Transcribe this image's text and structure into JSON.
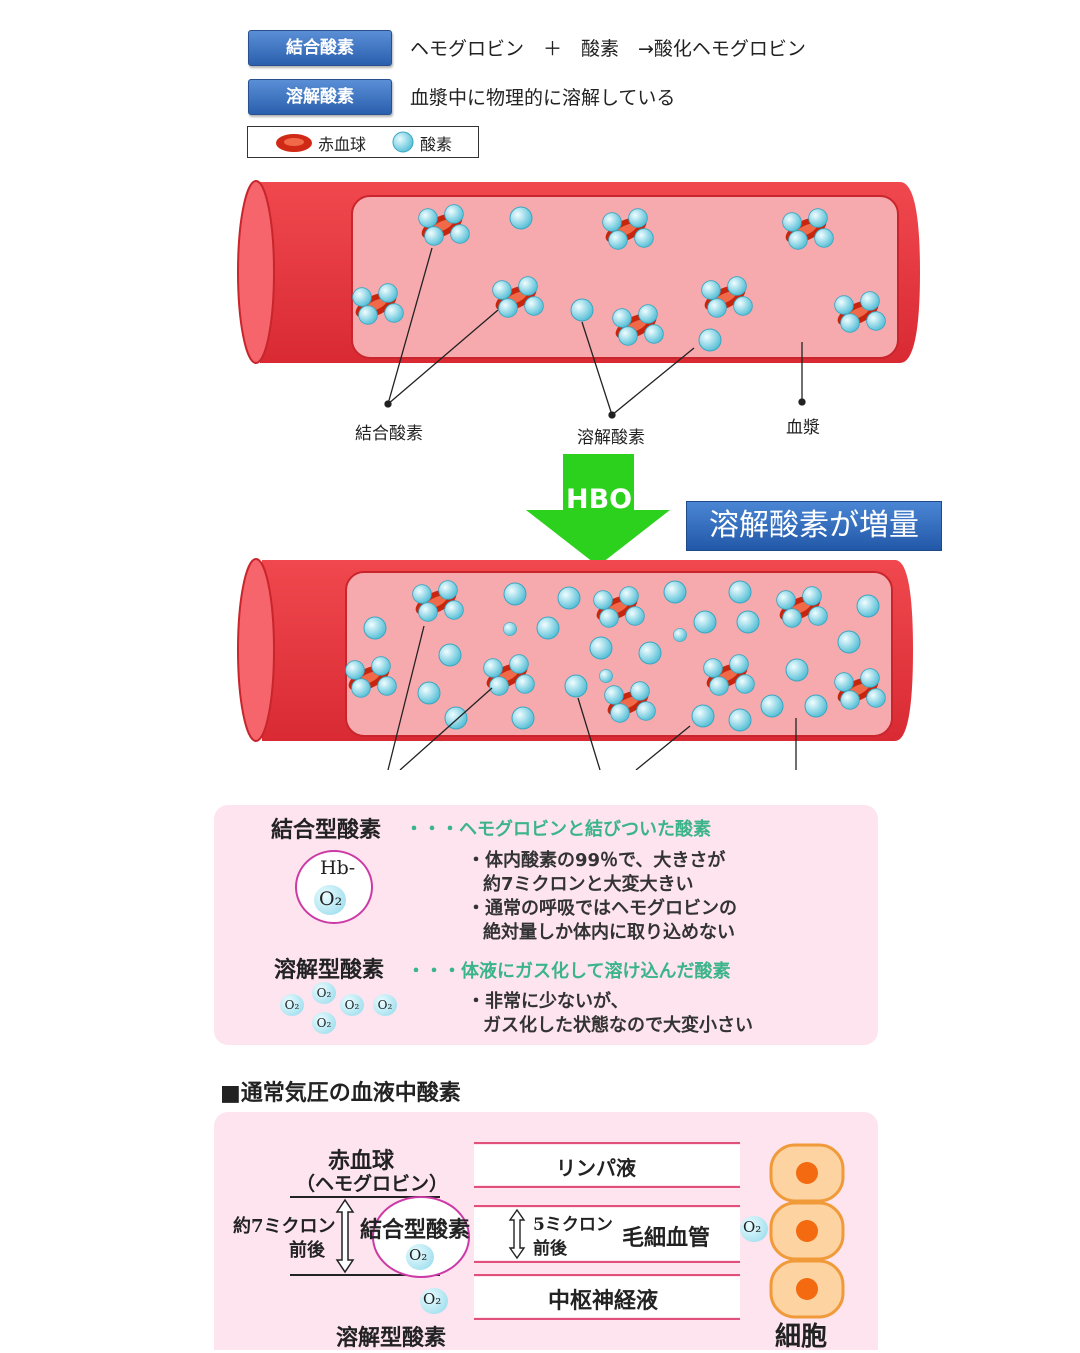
{
  "top": {
    "bound_tag": "結合酸素",
    "bound_desc": "ヘモグロビン　＋　酸素　→酸化ヘモグロビン",
    "dissolved_tag": "溶解酸素",
    "dissolved_desc": "血漿中に物理的に溶解している",
    "legend_rbc": "赤血球",
    "legend_o2": "酸素"
  },
  "vessel_labels": {
    "bound": "結合酸素",
    "dissolved": "溶解酸素",
    "plasma": "血漿"
  },
  "arrow": {
    "label": "HBO",
    "callout": "溶解酸素が増量"
  },
  "info_panel": {
    "bound_title": "結合型酸素",
    "bound_sub": "・・・ヘモグロビンと結びついた酸素",
    "hb_label": "Hb-",
    "o2_label": "O₂",
    "bound_bullet1_l1": "・体内酸素の99％で、大きさが",
    "bound_bullet1_l2": "約7ミクロンと大変大きい",
    "bound_bullet2_l1": "・通常の呼吸ではヘモグロビンの",
    "bound_bullet2_l2": "絶対量しか体内に取り込めない",
    "dissolved_title": "溶解型酸素",
    "dissolved_sub": "・・・体液にガス化して溶け込んだ酸素",
    "dissolved_bullet_l1": "・非常に少ないが、",
    "dissolved_bullet_l2": "ガス化した状態なので大変小さい"
  },
  "section_title": "■通常気圧の血液中酸素",
  "bottom_panel": {
    "rbc_title": "赤血球",
    "rbc_sub": "（ヘモグロビン）",
    "size_left_l1": "約7ミクロン",
    "size_left_l2": "前後",
    "bound_label": "結合型酸素",
    "o2": "O₂",
    "size_right_l1": "5ミクロン",
    "size_right_l2": "前後",
    "lymph": "リンパ液",
    "capillary": "毛細血管",
    "csf": "中枢神経液",
    "dissolved_label": "溶解型酸素",
    "cell_label": "細胞"
  },
  "colors": {
    "vessel": "#ee3b43",
    "plasma": "#f7aaae",
    "o2": "#7fd4e6",
    "rbc": "#d02a16",
    "arrow": "#2bd11c",
    "accent_green": "#3bb48a",
    "panel": "#fde4ef"
  }
}
